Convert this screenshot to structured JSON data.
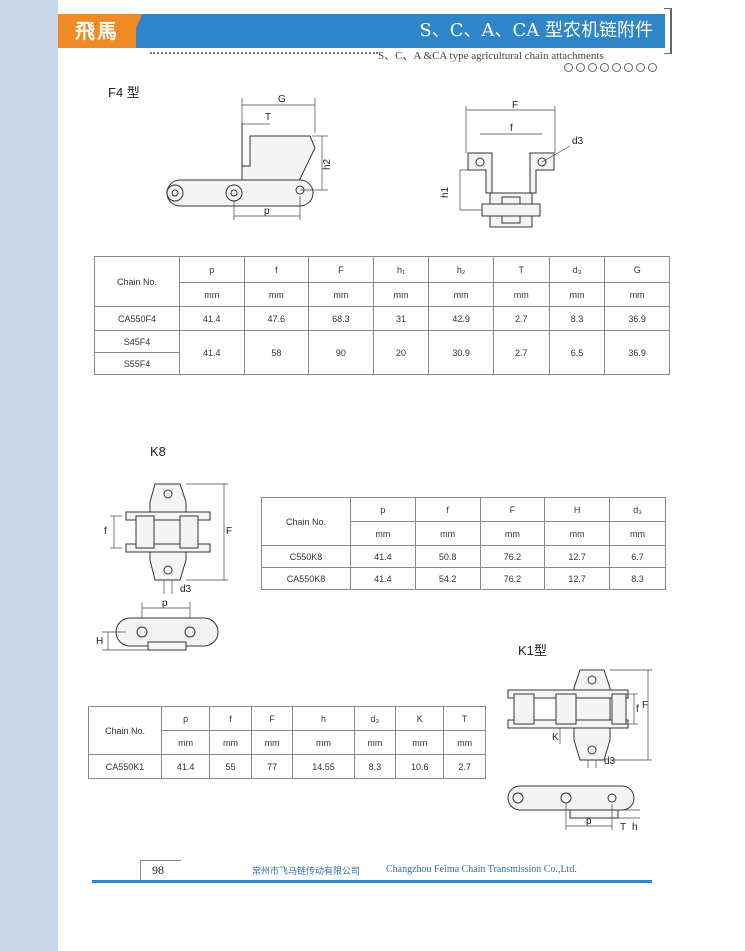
{
  "header": {
    "logo": "飛馬",
    "title": "S、C、A、CA 型农机链附件",
    "subtitle": "S、C、A &CA type agricultural chain attachments"
  },
  "sections": {
    "f4": {
      "label": "F4 型",
      "dims": {
        "G": "G",
        "T": "T",
        "h2": "h2",
        "p": "p",
        "F": "F",
        "f": "f",
        "d3": "d3",
        "h1": "h1"
      },
      "table": {
        "headers": [
          "Chain No.",
          "p",
          "f",
          "F",
          "h₁",
          "h₂",
          "T",
          "d₃",
          "G"
        ],
        "units": [
          "mm",
          "mm",
          "mm",
          "mm",
          "mm",
          "mm",
          "mm",
          "mm"
        ],
        "row1": [
          "CA550F4",
          "41.4",
          "47.6",
          "68.3",
          "31",
          "42.9",
          "2.7",
          "8.3",
          "36.9"
        ],
        "row2_names": [
          "S45F4",
          "S55F4"
        ],
        "row2_values": [
          "41.4",
          "58",
          "90",
          "20",
          "30.9",
          "2.7",
          "6.5",
          "36.9"
        ]
      }
    },
    "k8": {
      "label": "K8",
      "dims": {
        "f": "f",
        "F": "F",
        "d3": "d3",
        "p": "p",
        "H": "H"
      },
      "table": {
        "headers": [
          "Chain No.",
          "p",
          "f",
          "F",
          "H",
          "d₃"
        ],
        "units": [
          "mm",
          "mm",
          "mm",
          "mm",
          "mm"
        ],
        "rows": [
          [
            "C550K8",
            "41.4",
            "50.8",
            "76.2",
            "12.7",
            "6.7"
          ],
          [
            "CA550K8",
            "41.4",
            "54.2",
            "76.2",
            "12.7",
            "8.3"
          ]
        ]
      }
    },
    "k1": {
      "label": "K1型",
      "dims": {
        "f": "f",
        "F": "F",
        "K": "K",
        "d3": "d3",
        "p": "p",
        "h": "h",
        "T": "T"
      },
      "table": {
        "headers": [
          "Chain No.",
          "p",
          "f",
          "F",
          "h",
          "d₃",
          "K",
          "T"
        ],
        "units": [
          "mm",
          "mm",
          "mm",
          "mm",
          "mm",
          "mm",
          "mm"
        ],
        "rows": [
          [
            "CA550K1",
            "41.4",
            "55",
            "77",
            "14.55",
            "8.3",
            "10.6",
            "2.7"
          ]
        ]
      }
    }
  },
  "footer": {
    "page": "98",
    "company_cn": "常州市飞马链传动有限公司",
    "company_en": "Changzhou Feima Chain Transmission Co.,Ltd."
  },
  "colors": {
    "accent": "#2e86c8",
    "orange": "#f08a25",
    "band": "#c9d6ea"
  }
}
